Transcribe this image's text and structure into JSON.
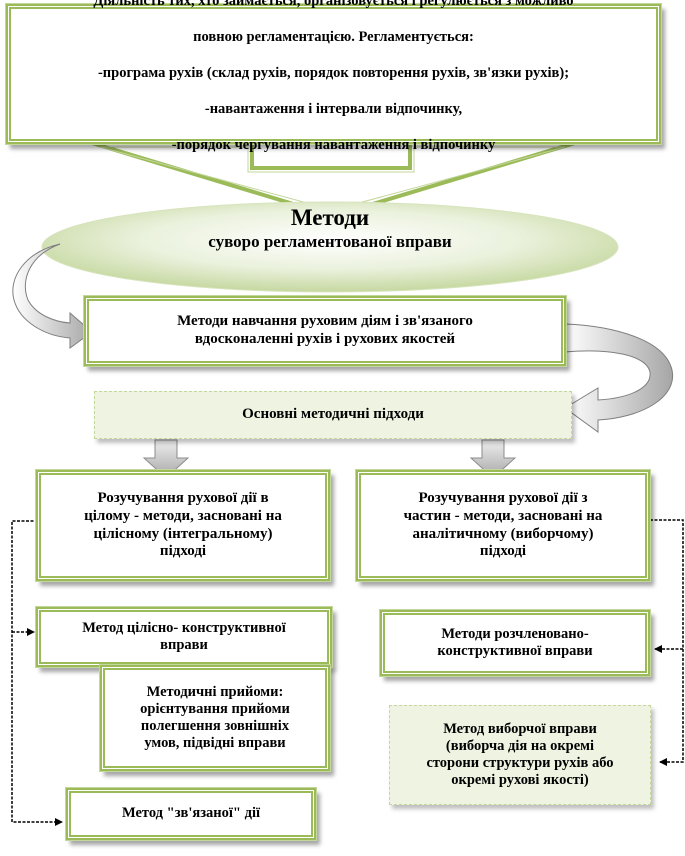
{
  "top_box": {
    "lines": [
      "Діяльність тих, хто займається, організовується і регулюється з можливо",
      "повною регламентацією. Регламентується:",
      "-програма рухів (склад рухів, порядок повторення рухів, зв'язки рухів);",
      "-навантаження і інтервали відпочинку,",
      "-порядок чергування навантаження і відпочинку"
    ]
  },
  "methods_ellipse": {
    "title": "Методи",
    "subtitle": "суворо регламентованої вправи"
  },
  "teaching_box": {
    "text": "Методи навчання руховим діям і зв'язаного\nвдосконаленні рухів і рухових якостей"
  },
  "approaches_box": {
    "text": "Основні методичні підходи"
  },
  "whole_box": {
    "text": "Розучування рухової дії в\nцілому - методи, засновані на\nцілісному (інтегральному)\nпідході"
  },
  "parts_box": {
    "text": "Розучування рухової дії з\nчастин - методи, засновані на\nаналітичному (виборчому)\nпідході"
  },
  "holistic_method_box": {
    "text": "Метод цілісно- конструктивної\nвправи"
  },
  "techniques_box": {
    "text": "Методичні прийоми:\nорієнтування прийоми\nполегшення зовнішніх\nумов, підвідні вправи"
  },
  "linked_action_box": {
    "text": "Метод \"зв'язаної\" дії"
  },
  "dissected_method_box": {
    "text": "Методи розчленовано-\nконструктивної вправи"
  },
  "selective_method_box": {
    "text": "Метод виборчої вправи\n(виборча дія на окремі\nсторони структури рухів або\nокремі рухові якості)"
  },
  "colors": {
    "border_green": "#9bbb59",
    "light_green": "#c3d69b",
    "pale_green": "#eef3e2",
    "ellipse_fill": "#d7e4bd",
    "arrow_gray": "#bfbfbf"
  }
}
